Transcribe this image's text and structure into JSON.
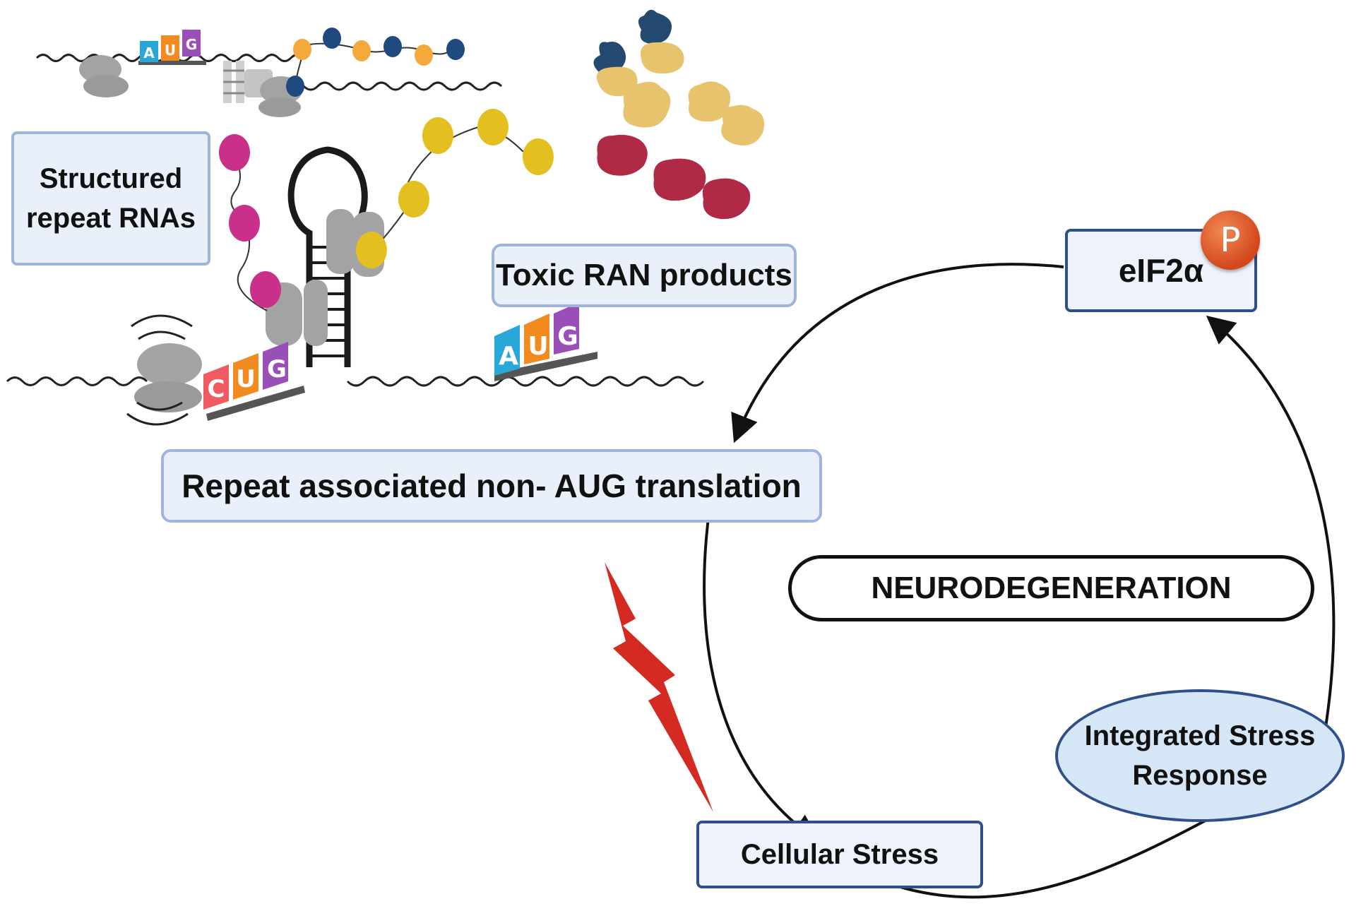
{
  "labels": {
    "structured_repeat": "Structured repeat RNAs",
    "toxic_products": "Toxic RAN products",
    "ran_translation": "Repeat associated non- AUG translation",
    "eif2a": "eIF2α",
    "phospho": "P",
    "neurodegeneration": "NEURODEGENERATION",
    "isr": "Integrated Stress Response",
    "cellular_stress": "Cellular Stress"
  },
  "codons": {
    "top": [
      "A",
      "U",
      "G"
    ],
    "left": [
      "C",
      "U",
      "G"
    ],
    "right": [
      "A",
      "U",
      "G"
    ]
  },
  "colors": {
    "codon_a": "#2aa7d9",
    "codon_c": "#ef5a63",
    "codon_u": "#f28b1f",
    "codon_g": "#9a4fb8",
    "ribosome": "#a3a3a3",
    "bead_orange": "#f5a93c",
    "bead_navy": "#1f4a80",
    "bead_yellow": "#e3c01f",
    "bead_magenta": "#c8308a",
    "protein_navy": "#244a72",
    "protein_tan": "#e8c36d",
    "protein_crimson": "#b02a46",
    "lightning": "#d42a22",
    "box_border_light": "#9fb4d9",
    "box_border_dark": "#2f4f8a"
  }
}
